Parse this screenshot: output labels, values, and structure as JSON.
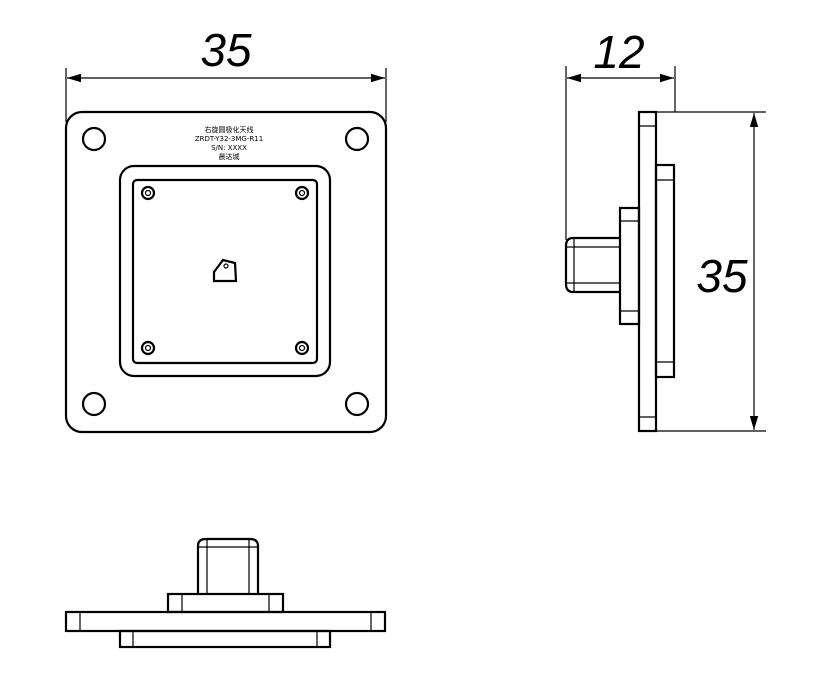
{
  "dimensions": {
    "front_width": "35",
    "side_depth": "12",
    "side_height": "35"
  },
  "label": {
    "line1": "右旋圆极化天线",
    "line2": "ZRDT-Y32-3MG-R11",
    "line3": "S/N: XXXX",
    "line4": "晨达城"
  }
}
